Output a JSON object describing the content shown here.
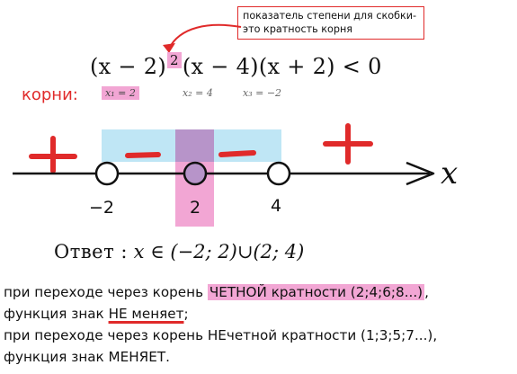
{
  "callout": {
    "line1": "показатель степени для скобки-",
    "line2": "это кратность корня"
  },
  "inequality": {
    "part1": "(x − 2)",
    "exponent": "2",
    "part2": "(x − 4)(x + 2) < 0"
  },
  "roots": {
    "label": "корни:",
    "x1": "x₁ = 2",
    "x2": "x₂ = 4",
    "x3": "x₃ = −2"
  },
  "number_line": {
    "axis_variable": "x",
    "ticks": [
      "−2",
      "2",
      "4"
    ],
    "signs": [
      "+",
      "−",
      "−",
      "+"
    ]
  },
  "answer": {
    "word": "Ответ :",
    "expression": "x ∈ (−2; 2)∪(2; 4)"
  },
  "rules": {
    "line1_prefix": "при переходе через корень ",
    "line1_highlight": "ЧЕТНОЙ кратности (2;4;6;8...)",
    "line1_suffix": ",",
    "line2_prefix": "функция знак ",
    "line2_underlined": "НЕ меняет",
    "line2_suffix": ";",
    "line3": "при переходе через корень НЕчетной кратности (1;3;5;7...),",
    "line4": "функция знак МЕНЯЕТ."
  },
  "colors": {
    "accent_red": "#e02a2a",
    "highlight_pink": "#f2a6d4",
    "interval_blue": "#bfe6f5",
    "interval_purple": "#b794c9"
  }
}
